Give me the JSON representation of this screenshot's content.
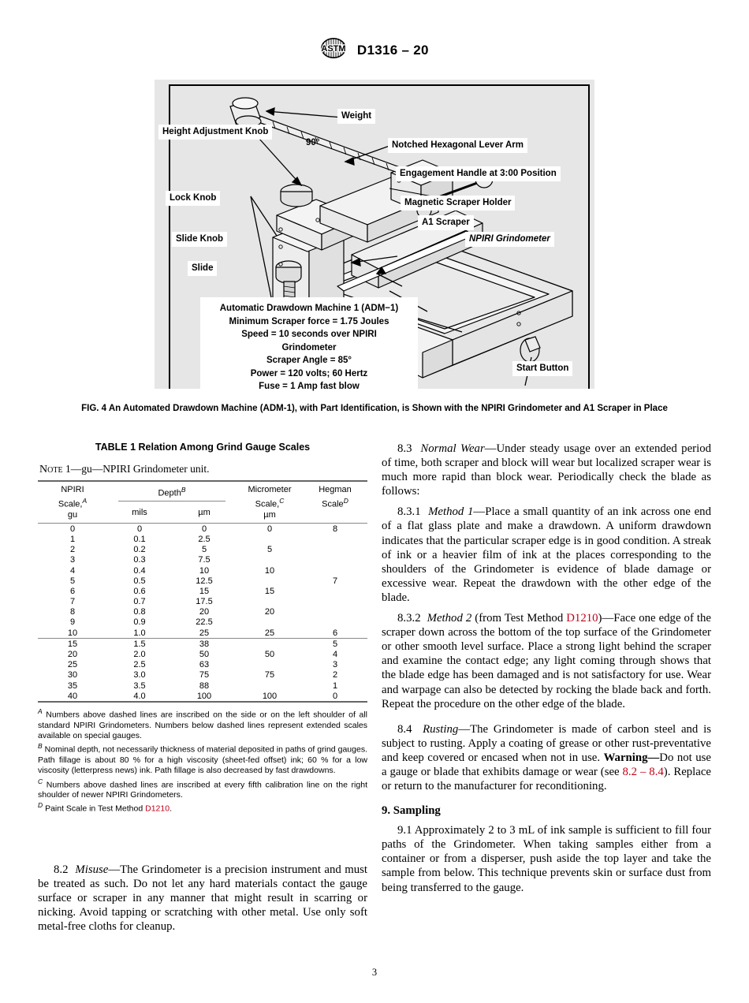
{
  "header": {
    "logo_name": "astm-logo",
    "doc_id": "D1316 – 20"
  },
  "figure": {
    "labels": [
      {
        "id": "weight",
        "text": "Weight"
      },
      {
        "id": "notched-hexagonal-lever-arm",
        "text": "Notched Hexagonal Lever Arm"
      },
      {
        "id": "height-adjustment-knob",
        "text": "Height Adjustment Knob"
      },
      {
        "id": "engagement-handle",
        "text": "Engagement Handle at 3:00 Position"
      },
      {
        "id": "lock-knob",
        "text": "Lock Knob"
      },
      {
        "id": "magnetic-scraper-holder",
        "text": "Magnetic Scraper Holder"
      },
      {
        "id": "a1-scraper",
        "text": "A1 Scraper"
      },
      {
        "id": "slide-knob",
        "text": "Slide Knob"
      },
      {
        "id": "npiri-grindometer",
        "text": "NPIRI Grindometer"
      },
      {
        "id": "slide",
        "text": "Slide"
      },
      {
        "id": "start-button",
        "text": "Start Button"
      }
    ],
    "angle_label": "90°",
    "spec_lines": [
      "Automatic Drawdown Machine 1 (ADM−1)",
      "Minimum Scraper force = 1.75 Joules",
      "Speed = 10 seconds over NPIRI",
      "Grindometer",
      "Scraper Angle = 85°",
      "Power = 120 volts; 60 Hertz",
      "Fuse = 1 Amp fast blow"
    ],
    "caption": "FIG. 4 An Automated Drawdown Machine (ADM-1), with Part Identification, is Shown with the NPIRI Grindometer and A1 Scraper in Place"
  },
  "table": {
    "title": "TABLE 1 Relation Among Grind Gauge Scales",
    "note_prefix": "Note",
    "note_body": " 1—gu—NPIRI Grindometer unit.",
    "headers": {
      "npiri": {
        "l1": "NPIRI",
        "l2": "Scale,",
        "l2sup": "A",
        "l3": "gu"
      },
      "depth": {
        "l1": "Depth",
        "l1sup": "B",
        "sub1": "mils",
        "sub2": "µm"
      },
      "micrometer": {
        "l1": "Micrometer",
        "l2": "Scale,",
        "l2sup": "C",
        "l3": "µm"
      },
      "hegman": {
        "l1": "Hegman",
        "l2": "Scale",
        "l2sup": "D"
      }
    },
    "rows_upper": [
      {
        "npiri": "0",
        "mils": "0",
        "um": "0",
        "micrometer": "0",
        "hegman": "8"
      },
      {
        "npiri": "1",
        "mils": "0.1",
        "um": "2.5",
        "micrometer": "",
        "hegman": ""
      },
      {
        "npiri": "2",
        "mils": "0.2",
        "um": "5",
        "micrometer": "5",
        "hegman": ""
      },
      {
        "npiri": "3",
        "mils": "0.3",
        "um": "7.5",
        "micrometer": "",
        "hegman": ""
      },
      {
        "npiri": "4",
        "mils": "0.4",
        "um": "10",
        "micrometer": "10",
        "hegman": ""
      },
      {
        "npiri": "5",
        "mils": "0.5",
        "um": "12.5",
        "micrometer": "",
        "hegman": "7"
      },
      {
        "npiri": "6",
        "mils": "0.6",
        "um": "15",
        "micrometer": "15",
        "hegman": ""
      },
      {
        "npiri": "7",
        "mils": "0.7",
        "um": "17.5",
        "micrometer": "",
        "hegman": ""
      },
      {
        "npiri": "8",
        "mils": "0.8",
        "um": "20",
        "micrometer": "20",
        "hegman": ""
      },
      {
        "npiri": "9",
        "mils": "0.9",
        "um": "22.5",
        "micrometer": "",
        "hegman": ""
      },
      {
        "npiri": "10",
        "mils": "1.0",
        "um": "25",
        "micrometer": "25",
        "hegman": "6"
      }
    ],
    "rows_lower": [
      {
        "npiri": "15",
        "mils": "1.5",
        "um": "38",
        "micrometer": "",
        "hegman": "5"
      },
      {
        "npiri": "20",
        "mils": "2.0",
        "um": "50",
        "micrometer": "50",
        "hegman": "4"
      },
      {
        "npiri": "25",
        "mils": "2.5",
        "um": "63",
        "micrometer": "",
        "hegman": "3"
      },
      {
        "npiri": "30",
        "mils": "3.0",
        "um": "75",
        "micrometer": "75",
        "hegman": "2"
      },
      {
        "npiri": "35",
        "mils": "3.5",
        "um": "88",
        "micrometer": "",
        "hegman": "1"
      },
      {
        "npiri": "40",
        "mils": "4.0",
        "um": "100",
        "micrometer": "100",
        "hegman": "0"
      }
    ],
    "footnotes": {
      "a": "Numbers above dashed lines are inscribed on the side or on the left shoulder of all standard NPIRI Grindometers. Numbers below dashed lines represent extended scales available on special gauges.",
      "b": "Nominal depth, not necessarily thickness of material deposited in paths of grind gauges. Path fillage is about 80 % for a high viscosity (sheet-fed offset) ink; 60 % for a low viscosity (letterpress news) ink. Path fillage is also decreased by fast drawdowns.",
      "c": "Numbers above dashed lines are inscribed at every fifth calibration line on the right shoulder of newer NPIRI Grindometers.",
      "d_pre": "Paint Scale in Test Method ",
      "d_link": "D1210",
      "d_post": "."
    }
  },
  "left_prose": {
    "p82_num": "8.2",
    "p82_title": "Misuse",
    "p82_body": "—The Grindometer is a precision instrument and must be treated as such. Do not let any hard materials contact the gauge surface or scraper in any manner that might result in scarring or nicking. Avoid tapping or scratching with other metal. Use only soft metal-free cloths for cleanup."
  },
  "right_prose": {
    "p83_num": "8.3",
    "p83_title": "Normal Wear",
    "p83_body": "—Under steady usage over an extended period of time, both scraper and block will wear but localized scraper wear is much more rapid than block wear. Periodically check the blade as follows:",
    "p831_num": "8.3.1",
    "p831_title": "Method 1",
    "p831_body": "—Place a small quantity of an ink across one end of a flat glass plate and make a drawdown. A uniform drawdown indicates that the particular scraper edge is in good condition. A streak of ink or a heavier film of ink at the places corresponding to the shoulders of the Grindometer is evidence of blade damage or excessive wear. Repeat the drawdown with the other edge of the blade.",
    "p832_num": "8.3.2",
    "p832_title": "Method 2",
    "p832_mid": " (from Test Method ",
    "p832_link": "D1210",
    "p832_body": ")—Face one edge of the scraper down across the bottom of the top surface of the Grindometer or other smooth level surface. Place a strong light behind the scraper and examine the contact edge; any light coming through shows that the blade edge has been damaged and is not satisfactory for use. Wear and warpage can also be detected by rocking the blade back and forth. Repeat the procedure on the other edge of the blade.",
    "p84_num": "8.4",
    "p84_title": "Rusting",
    "p84_body1": "—The Grindometer is made of carbon steel and is subject to rusting. Apply a coating of grease or other rust-preventative and keep covered or encased when not in use. ",
    "p84_warning": "Warning—",
    "p84_body2": "Do not use a gauge or blade that exhibits damage or wear (see ",
    "p84_link": "8.2 – 8.4",
    "p84_body3": "). Replace or return to the manufacturer for reconditioning.",
    "sec9_head": "9.  Sampling",
    "p91_num": "9.1",
    "p91_body": "  Approximately 2 to 3 mL of ink sample is sufficient to fill four paths of the Grindometer. When taking samples either from a container or from a disperser, push aside the top layer and take the sample from below. This technique prevents skin or surface dust from being transferred to the gauge."
  },
  "footer": {
    "page_number": "3"
  }
}
